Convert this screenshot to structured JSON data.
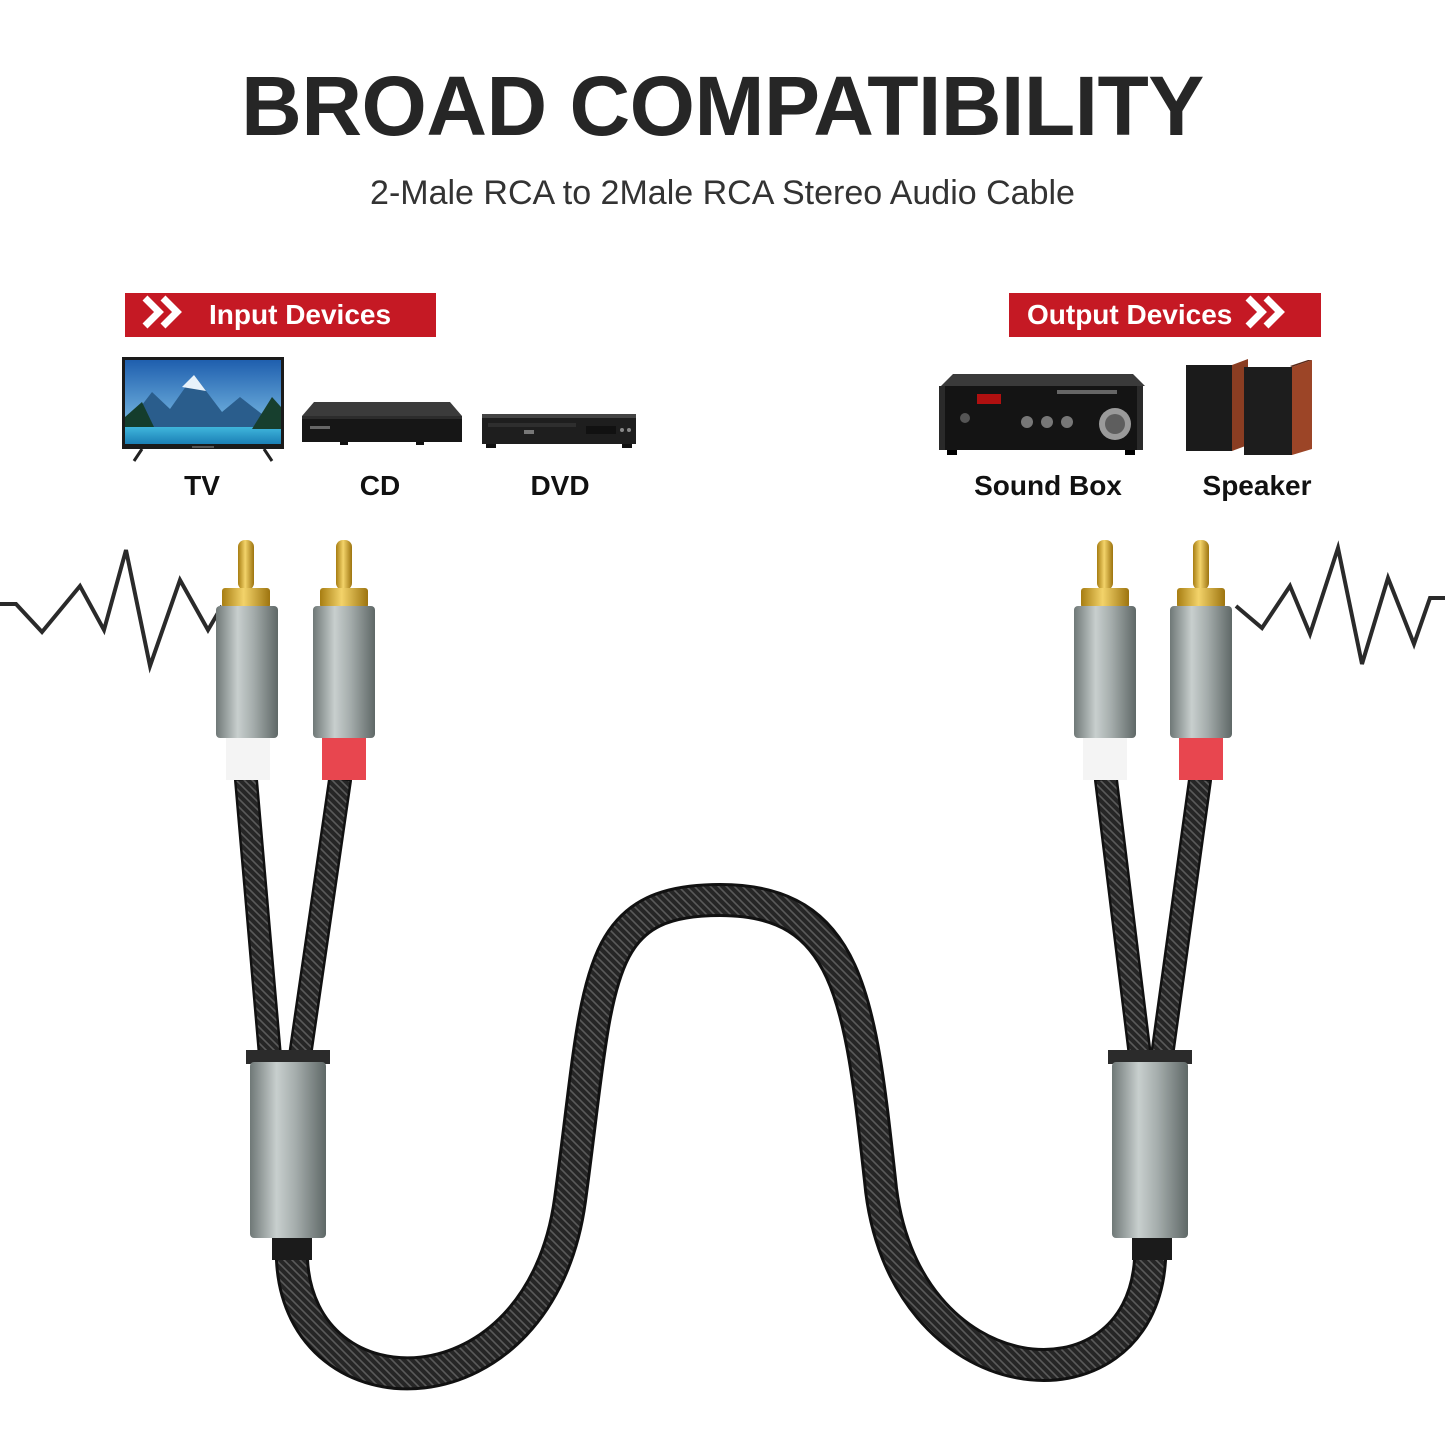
{
  "header": {
    "title": "BROAD COMPATIBILITY",
    "subtitle": "2-Male RCA to 2Male RCA Stereo Audio Cable"
  },
  "input_section": {
    "label": "Input Devices",
    "devices": [
      {
        "label": "TV",
        "icon": "tv-icon"
      },
      {
        "label": "CD",
        "icon": "cd-player-icon"
      },
      {
        "label": "DVD",
        "icon": "dvd-player-icon"
      }
    ]
  },
  "output_section": {
    "label": "Output Devices",
    "devices": [
      {
        "label": "Sound Box",
        "icon": "amplifier-icon"
      },
      {
        "label": "Speaker",
        "icon": "speaker-icon"
      }
    ]
  },
  "colors": {
    "accent": "#c51924",
    "title": "#262626",
    "cable": "#2b2b2b",
    "housing": "#9aa3a2",
    "gold": "#d4a72c",
    "red_band": "#e8464f",
    "white_band": "#f2f2f2"
  },
  "illustration": {
    "icons": [
      "audio-wave-icon",
      "rca-plug-icon",
      "braided-cable-icon"
    ]
  }
}
